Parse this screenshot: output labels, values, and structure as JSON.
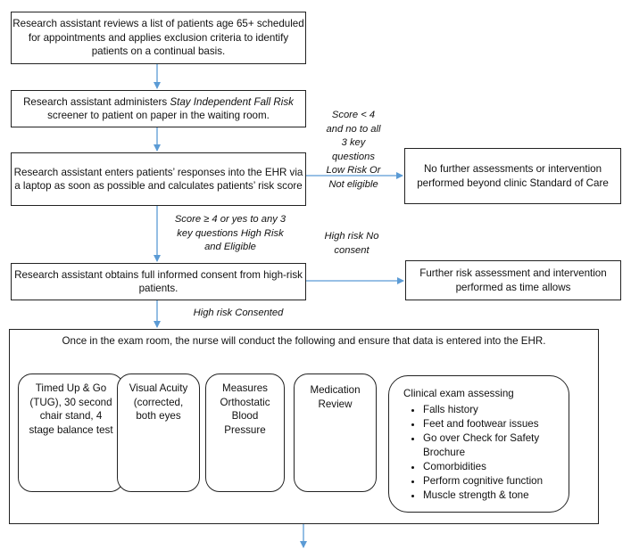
{
  "steps": {
    "s1": "Research assistant reviews a list of patients age 65+ scheduled for appointments and applies exclusion criteria to identify patients on a continual basis.",
    "s2_pre": "Research assistant administers ",
    "s2_em": "Stay Independent Fall Risk",
    "s2_post": " screener to patient on paper in the waiting room.",
    "s3": "Research assistant enters patients’ responses into the EHR via a laptop as soon as possible and calculates patients’ risk score",
    "s4": "Research assistant obtains full informed consent from high-risk patients."
  },
  "side": {
    "low": "No further assessments or intervention performed beyond clinic Standard of Care",
    "further": "Further risk assessment and intervention performed as time allows"
  },
  "labels": {
    "low_risk": "Score < 4 and no to all 3 key questions Low Risk Or Not eligible",
    "high_risk": "Score ≥ 4 or yes to any 3 key questions High Risk and Eligible",
    "no_consent": "High risk No consent",
    "consented": "High risk Consented"
  },
  "exam": {
    "title": "Once in the exam room, the nurse will conduct the following and ensure that data is entered into the EHR.",
    "tug": "Timed Up & Go (TUG), 30 second chair stand, 4 stage balance test",
    "visual": "Visual Acuity (corrected, both eyes",
    "ortho": "Measures Orthostatic Blood Pressure",
    "med": "Medication Review",
    "clinical_title": "Clinical exam assessing",
    "clinical_items": [
      "Falls history",
      "Feet and footwear issues",
      "Go over Check for Safety Brochure",
      "Comorbidities",
      "Perform cognitive function",
      "Muscle strength & tone"
    ]
  },
  "colors": {
    "arrow": "#5b9bd5",
    "border": "#222222"
  }
}
